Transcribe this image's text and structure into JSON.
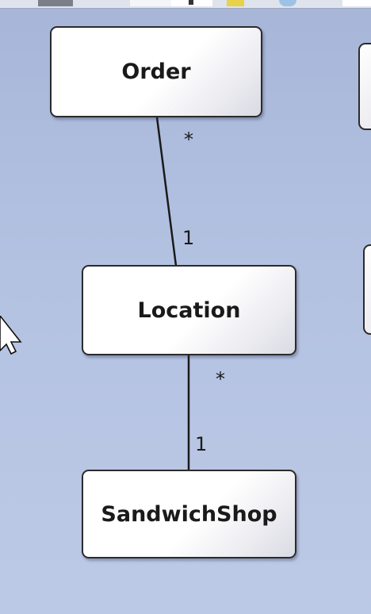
{
  "classes": {
    "order": "Order",
    "location": "Location",
    "sandwich_shop": "SandwichShop"
  },
  "associations": [
    {
      "from": "Order",
      "to": "Location",
      "from_multiplicity": "*",
      "to_multiplicity": "1"
    },
    {
      "from": "Location",
      "to": "SandwichShop",
      "from_multiplicity": "*",
      "to_multiplicity": "1"
    }
  ],
  "colors": {
    "canvas": "#b4c2e2",
    "box_border": "#2b2b2b",
    "box_fill": "#ffffff"
  }
}
